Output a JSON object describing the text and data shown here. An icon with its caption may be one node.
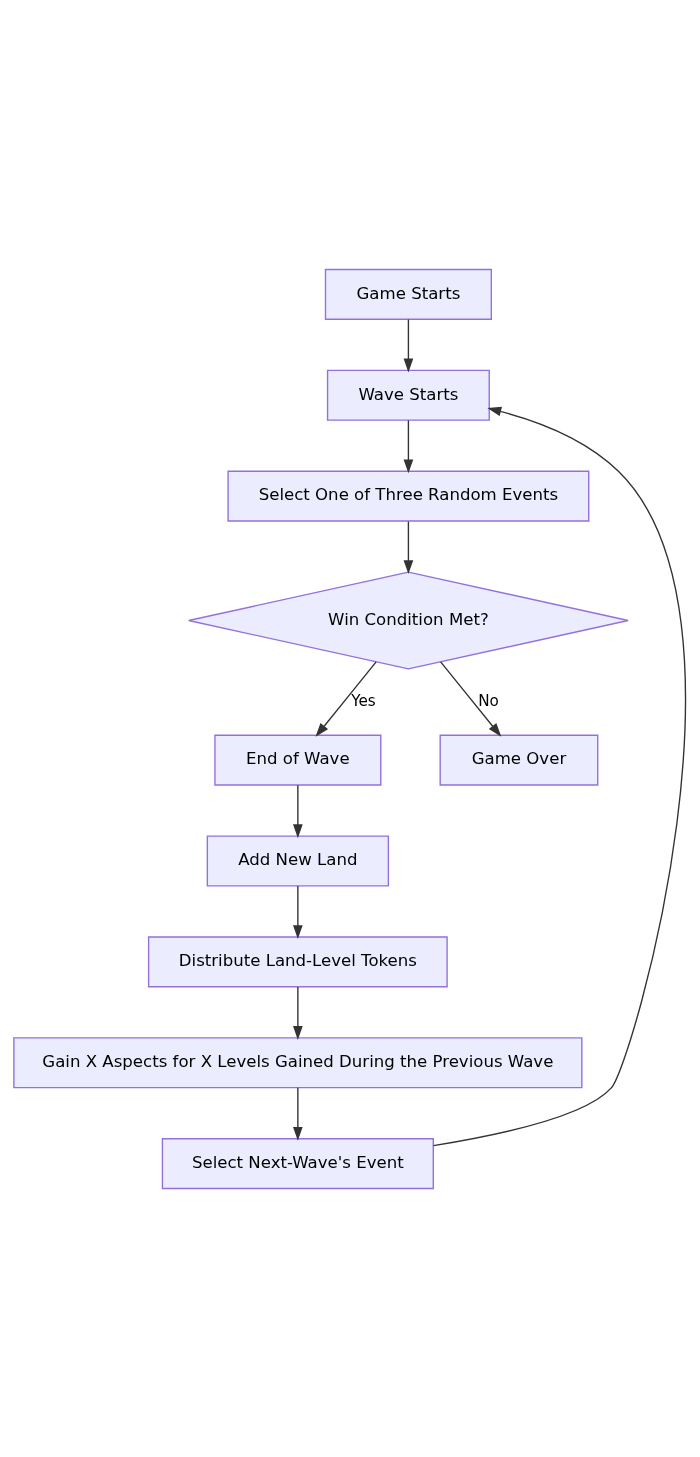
{
  "diagram": {
    "nodes": [
      {
        "text": [
          "Game Starts"
        ]
      },
      {
        "text": [
          "Wave Starts"
        ]
      },
      {
        "text": [
          "Select One of Three Random Events"
        ]
      },
      {
        "text": [
          "Win Condition Met?"
        ]
      },
      {
        "text": [
          "End of Wave"
        ]
      },
      {
        "text": [
          "Game Over"
        ]
      },
      {
        "text": [
          "Add New Land"
        ]
      },
      {
        "text": [
          "Distribute Land-Level Tokens"
        ]
      },
      {
        "text": [
          "Gain X Aspects for X Levels Gained During the Previous Wave"
        ]
      },
      {
        "text": [
          "Select Next-Wave's Event"
        ]
      }
    ],
    "edges": [
      {
        "from": 0,
        "to": 1,
        "arrow": "to"
      },
      {
        "from": 1,
        "to": 2,
        "arrow": "to"
      },
      {
        "from": 2,
        "to": 3,
        "arrow": "to"
      },
      {
        "from": 3,
        "to": 4,
        "arrow": "to",
        "label": "Yes"
      },
      {
        "from": 3,
        "to": 5,
        "arrow": "to",
        "label": "No"
      },
      {
        "from": 4,
        "to": 6,
        "arrow": "to"
      },
      {
        "from": 6,
        "to": 7,
        "arrow": "to"
      },
      {
        "from": 7,
        "to": 8,
        "arrow": "to"
      },
      {
        "from": 8,
        "to": 9,
        "arrow": "to"
      },
      {
        "from": 9,
        "to": 1,
        "arrow": "to"
      }
    ]
  }
}
